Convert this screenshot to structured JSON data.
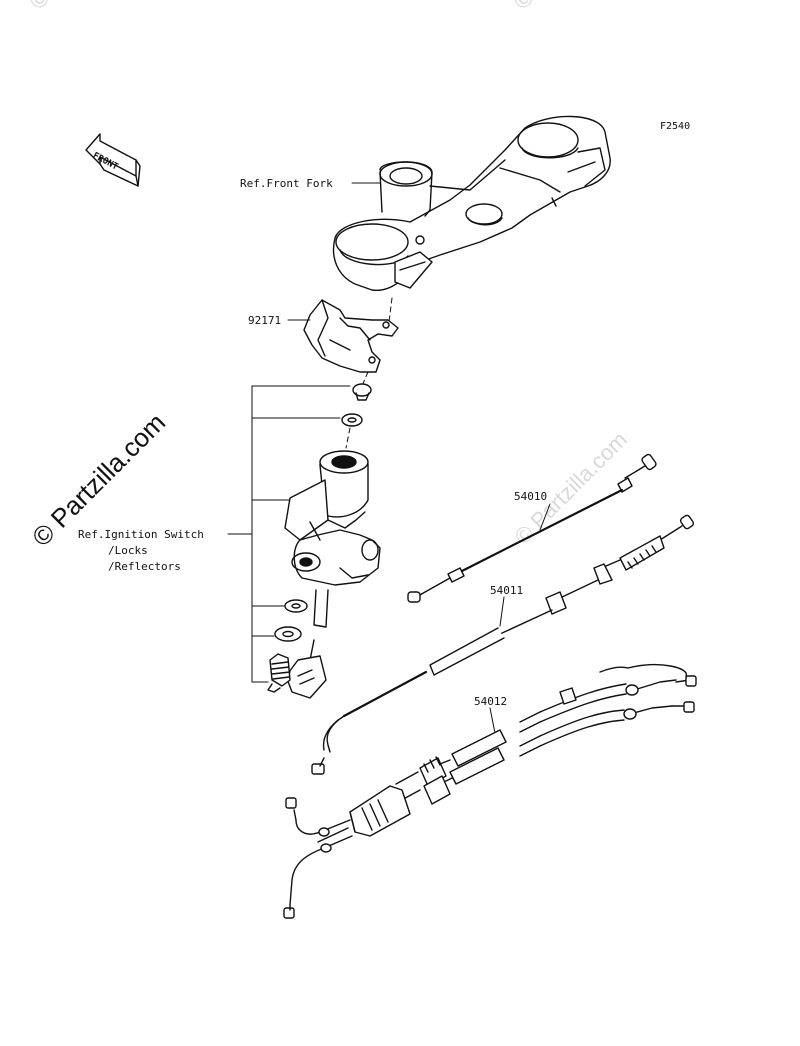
{
  "figure_code": "F2540",
  "watermark": "© Partzilla.com",
  "front_arrow_label": "FRONT",
  "callouts": {
    "ref_front_fork": "Ref.Front Fork",
    "part_92171": "92171",
    "ref_ignition": [
      "Ref.Ignition Switch",
      "/Locks",
      "/Reflectors"
    ],
    "part_54010": "54010",
    "part_54011": "54011",
    "part_54012": "54012"
  }
}
